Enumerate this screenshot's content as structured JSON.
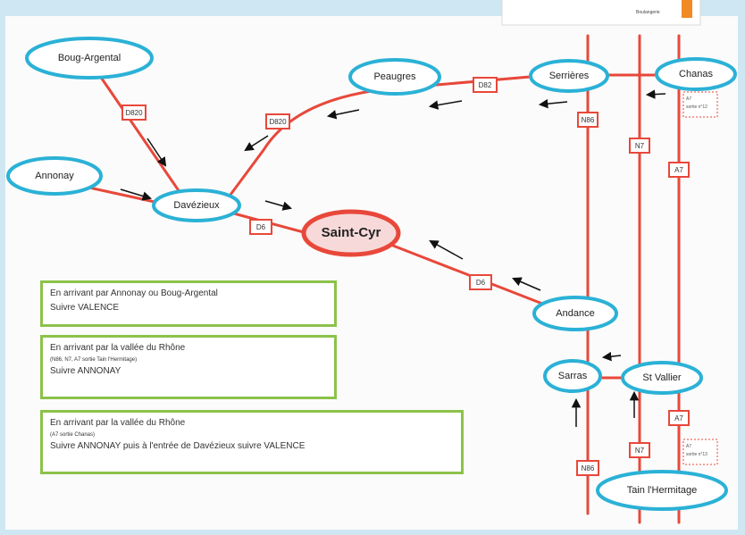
{
  "towns": {
    "boug_argental": "Boug-Argental",
    "peaugres": "Peaugres",
    "serrieres": "Serrières",
    "chanas": "Chanas",
    "annonay": "Annonay",
    "davezieux": "Davézieux",
    "saint_cyr": "Saint-Cyr",
    "andance": "Andance",
    "sarras": "Sarras",
    "st_vallier": "St Vallier",
    "tain": "Tain l'Hermitage"
  },
  "roads": {
    "d820_left": "D820",
    "d820_right": "D820",
    "d82": "D82",
    "d6_upper": "D6",
    "d6_lower": "D6",
    "n86_upper": "N86",
    "n86_lower": "N86",
    "n7_upper": "N7",
    "n7_lower": "N7",
    "a7_upper": "A7",
    "a7_lower": "A7"
  },
  "exits": {
    "chanas_line1": "A7",
    "chanas_line2": "sortie n°12",
    "tain_line1": "A7",
    "tain_line2": "sortie n°13"
  },
  "inset": {
    "label": "Boulangerie"
  },
  "info_boxes": [
    {
      "line1": "En arrivant par Annonay ou Boug-Argental",
      "line2": "Suivre VALENCE"
    },
    {
      "line1": "En arrivant par la vallée du Rhône",
      "small": "(N86, N7, A7 sortie Tain l'Hermitage)",
      "line2": "Suivre ANNONAY"
    },
    {
      "line1": "En arrivant par la vallée du Rhône",
      "small": "(A7 sortie Chanas)",
      "line2": "Suivre ANNONAY puis à l'entrée de Davézieux suivre VALENCE"
    }
  ],
  "colors": {
    "road": "#e8483a",
    "town_border": "#2bb1d6",
    "box_border": "#8cc24a",
    "highlight": "#f7d9d9",
    "orange": "#f08a24"
  }
}
